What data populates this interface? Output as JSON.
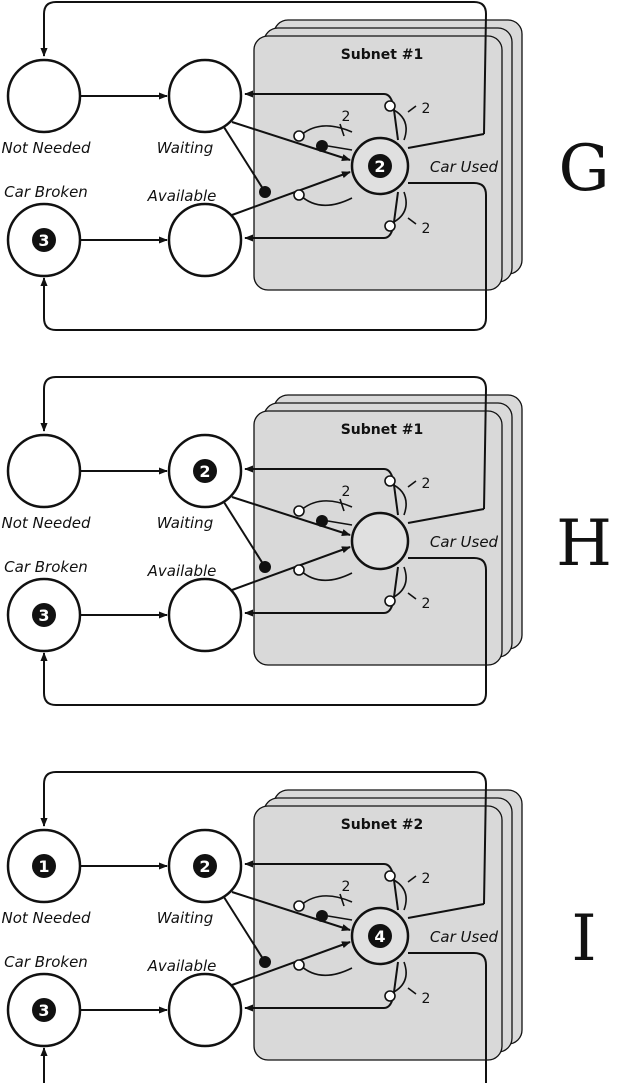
{
  "labels": {
    "not_needed": "Not Needed",
    "waiting": "Waiting",
    "car_broken": "Car Broken",
    "available": "Available",
    "car_used": "Car Used",
    "arc_weight": "2"
  },
  "panels": [
    {
      "id": "G",
      "letter": "G",
      "subnet": "Subnet #1",
      "tokens": {
        "not_needed": "",
        "waiting": "",
        "car_broken": "3",
        "available": "",
        "car_used": "2"
      }
    },
    {
      "id": "H",
      "letter": "H",
      "subnet": "Subnet #1",
      "tokens": {
        "not_needed": "",
        "waiting": "2",
        "car_broken": "3",
        "available": "",
        "car_used": ""
      }
    },
    {
      "id": "I",
      "letter": "I",
      "subnet": "Subnet #2",
      "tokens": {
        "not_needed": "1",
        "waiting": "2",
        "car_broken": "3",
        "available": "",
        "car_used": "4"
      }
    }
  ],
  "colors": {
    "subnet_fill": "#d9d9d9",
    "car_used_fill": "#e0e0e0",
    "token_fill": "#111111",
    "stroke": "#111111"
  }
}
